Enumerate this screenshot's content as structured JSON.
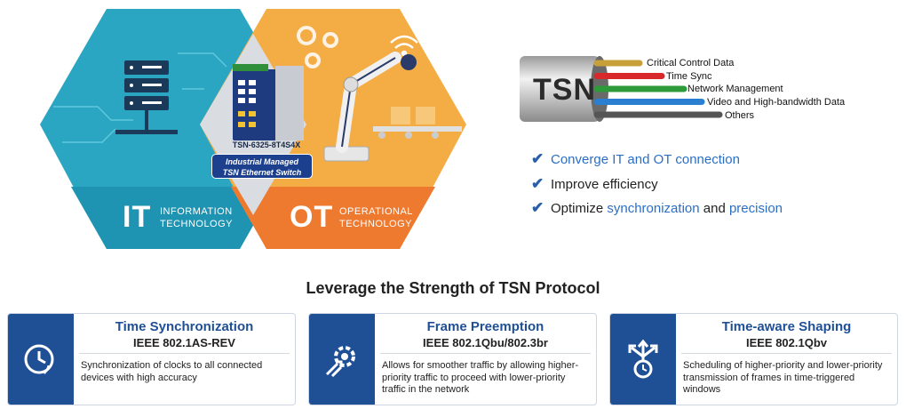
{
  "hexagons": {
    "it": {
      "abbr": "IT",
      "line1": "INFORMATION",
      "line2": "TECHNOLOGY",
      "color": "#2aa6c2"
    },
    "ot": {
      "abbr": "OT",
      "line1": "OPERATIONAL",
      "line2": "TECHNOLOGY",
      "color": "#f2a23a"
    },
    "device": {
      "model": "TSN-6325-8T4S4X",
      "line1": "Industrial Managed",
      "line2": "TSN Ethernet Switch"
    }
  },
  "tsn_cable": {
    "label": "TSN",
    "wires": [
      {
        "name": "Critical Control Data",
        "color": "#c8a03a"
      },
      {
        "name": "Time Sync",
        "color": "#d8282a"
      },
      {
        "name": "Network Management",
        "color": "#2f9a3a"
      },
      {
        "name": "Video and High-bandwidth Data",
        "color": "#2a7fd0"
      },
      {
        "name": "Others",
        "color": "#555555"
      }
    ]
  },
  "benefits": {
    "b1": {
      "text": "Converge IT and OT connection"
    },
    "b2": {
      "text": "Improve efficiency"
    },
    "b3": {
      "pre": "Optimize ",
      "hl1": "synchronization",
      "mid": " and ",
      "hl2": "precision"
    }
  },
  "heading": "Leverage the Strength of TSN Protocol",
  "cards": [
    {
      "title": "Time Synchronization",
      "standard": "IEEE 802.1AS-REV",
      "desc": "Synchronization of clocks to all connected devices with high accuracy",
      "icon": "clock-sync-icon"
    },
    {
      "title": "Frame Preemption",
      "standard": "IEEE 802.1Qbu/802.3br",
      "desc": "Allows for smoother traffic by allowing higher-priority traffic to proceed with lower-priority traffic in the network",
      "icon": "gear-arrows-icon"
    },
    {
      "title": "Time-aware Shaping",
      "standard": "IEEE 802.1Qbv",
      "desc": "Scheduling of higher-priority and lower-priority transmission of frames in time-triggered windows",
      "icon": "split-arrows-clock-icon"
    }
  ]
}
